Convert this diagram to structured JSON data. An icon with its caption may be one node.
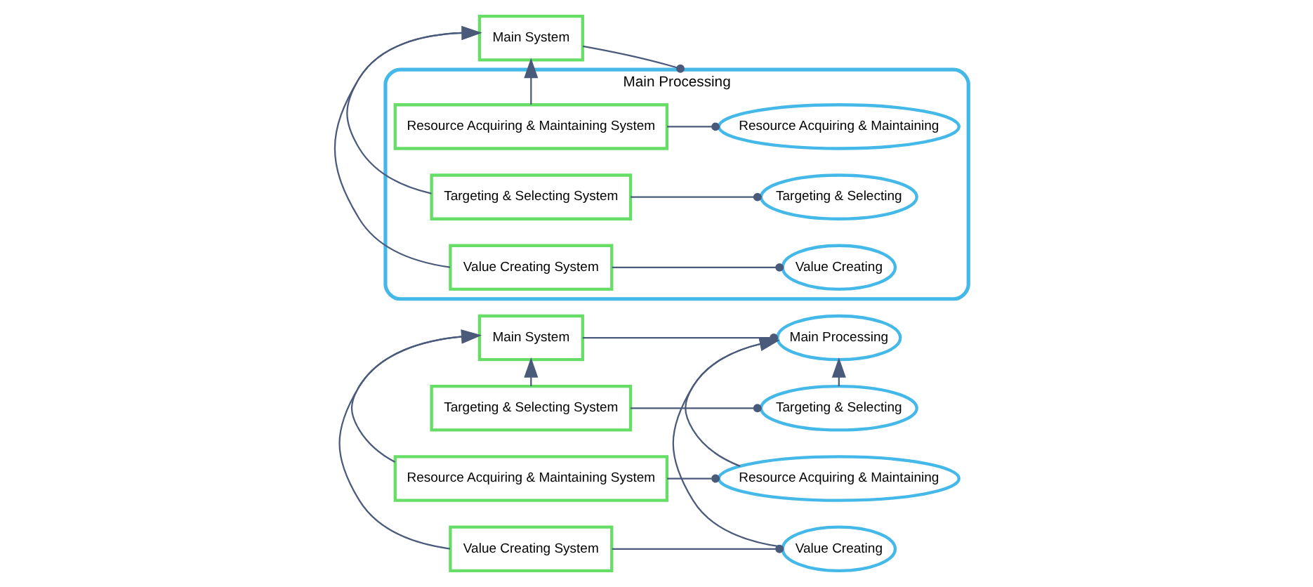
{
  "diagram": {
    "nodes": [
      {
        "text": [
          "Main System"
        ]
      },
      {
        "text": [
          "Main Processing"
        ]
      },
      {
        "text": [
          "Targeting & Selecting System"
        ]
      },
      {
        "text": [
          "Targeting & Selecting"
        ]
      },
      {
        "text": [
          "Resource Acquiring & Maintaining System"
        ]
      },
      {
        "text": [
          "Resource Acquiring & Maintaining"
        ]
      },
      {
        "text": [
          "Value Creating System"
        ]
      },
      {
        "text": [
          "Value Creating"
        ]
      },
      {
        "text": [
          "Main System"
        ]
      },
      {
        "text": [
          "Main Processing"
        ]
      },
      {
        "text": [
          "Targeting & Selecting System"
        ],
        "in": 9
      },
      {
        "text": [
          "Targeting & Selecting"
        ],
        "in": 9
      },
      {
        "text": [
          "Resource Acquiring & Maintaining System"
        ],
        "in": 9
      },
      {
        "text": [
          "Resource Acquiring & Maintaining"
        ],
        "in": 9
      },
      {
        "text": [
          "Value Creating System"
        ],
        "in": 9
      },
      {
        "text": [
          "Value Creating"
        ],
        "in": 9
      }
    ],
    "edges": [
      {
        "from": 0,
        "to": 1,
        "arrow": "other"
      },
      {
        "from": 2,
        "to": 0,
        "arrow": "to"
      },
      {
        "from": 4,
        "to": 0,
        "arrow": "to"
      },
      {
        "from": 6,
        "to": 0,
        "arrow": "to"
      },
      {
        "from": 2,
        "to": 3,
        "arrow": "other"
      },
      {
        "from": 4,
        "to": 5,
        "arrow": "other"
      },
      {
        "from": 6,
        "to": 7,
        "arrow": "other"
      },
      {
        "from": 3,
        "to": 1,
        "arrow": "to"
      },
      {
        "from": 5,
        "to": 1,
        "arrow": "to"
      },
      {
        "from": 7,
        "to": 1,
        "arrow": "to"
      },
      {
        "from": 8,
        "to": 9,
        "arrow": "other"
      },
      {
        "from": 10,
        "to": 8,
        "arrow": "to"
      },
      {
        "from": 12,
        "to": 8,
        "arrow": "to"
      },
      {
        "from": 14,
        "to": 8,
        "arrow": "to"
      },
      {
        "from": 10,
        "to": 11,
        "arrow": "other"
      },
      {
        "from": 12,
        "to": 13,
        "arrow": "other"
      },
      {
        "from": 14,
        "to": 15,
        "arrow": "other"
      }
    ]
  }
}
